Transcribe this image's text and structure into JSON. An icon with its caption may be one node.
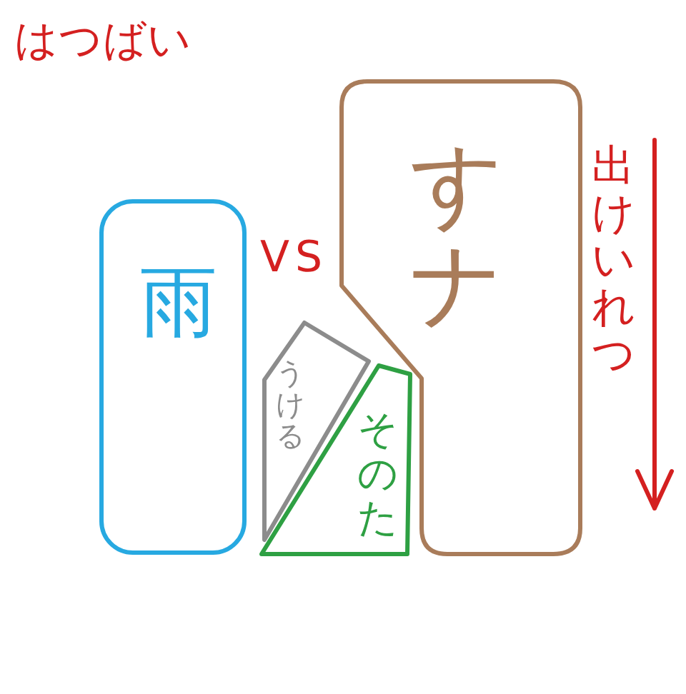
{
  "diagram": {
    "title": "はつばい",
    "nodes": [
      {
        "text": [
          "雨"
        ]
      },
      {
        "text": [
          "すナ"
        ],
        "beside": [
          "出けいれつ"
        ]
      },
      {
        "text": [
          "うける"
        ]
      },
      {
        "text": [
          "そのた"
        ]
      }
    ],
    "labels": [
      "VS"
    ]
  }
}
